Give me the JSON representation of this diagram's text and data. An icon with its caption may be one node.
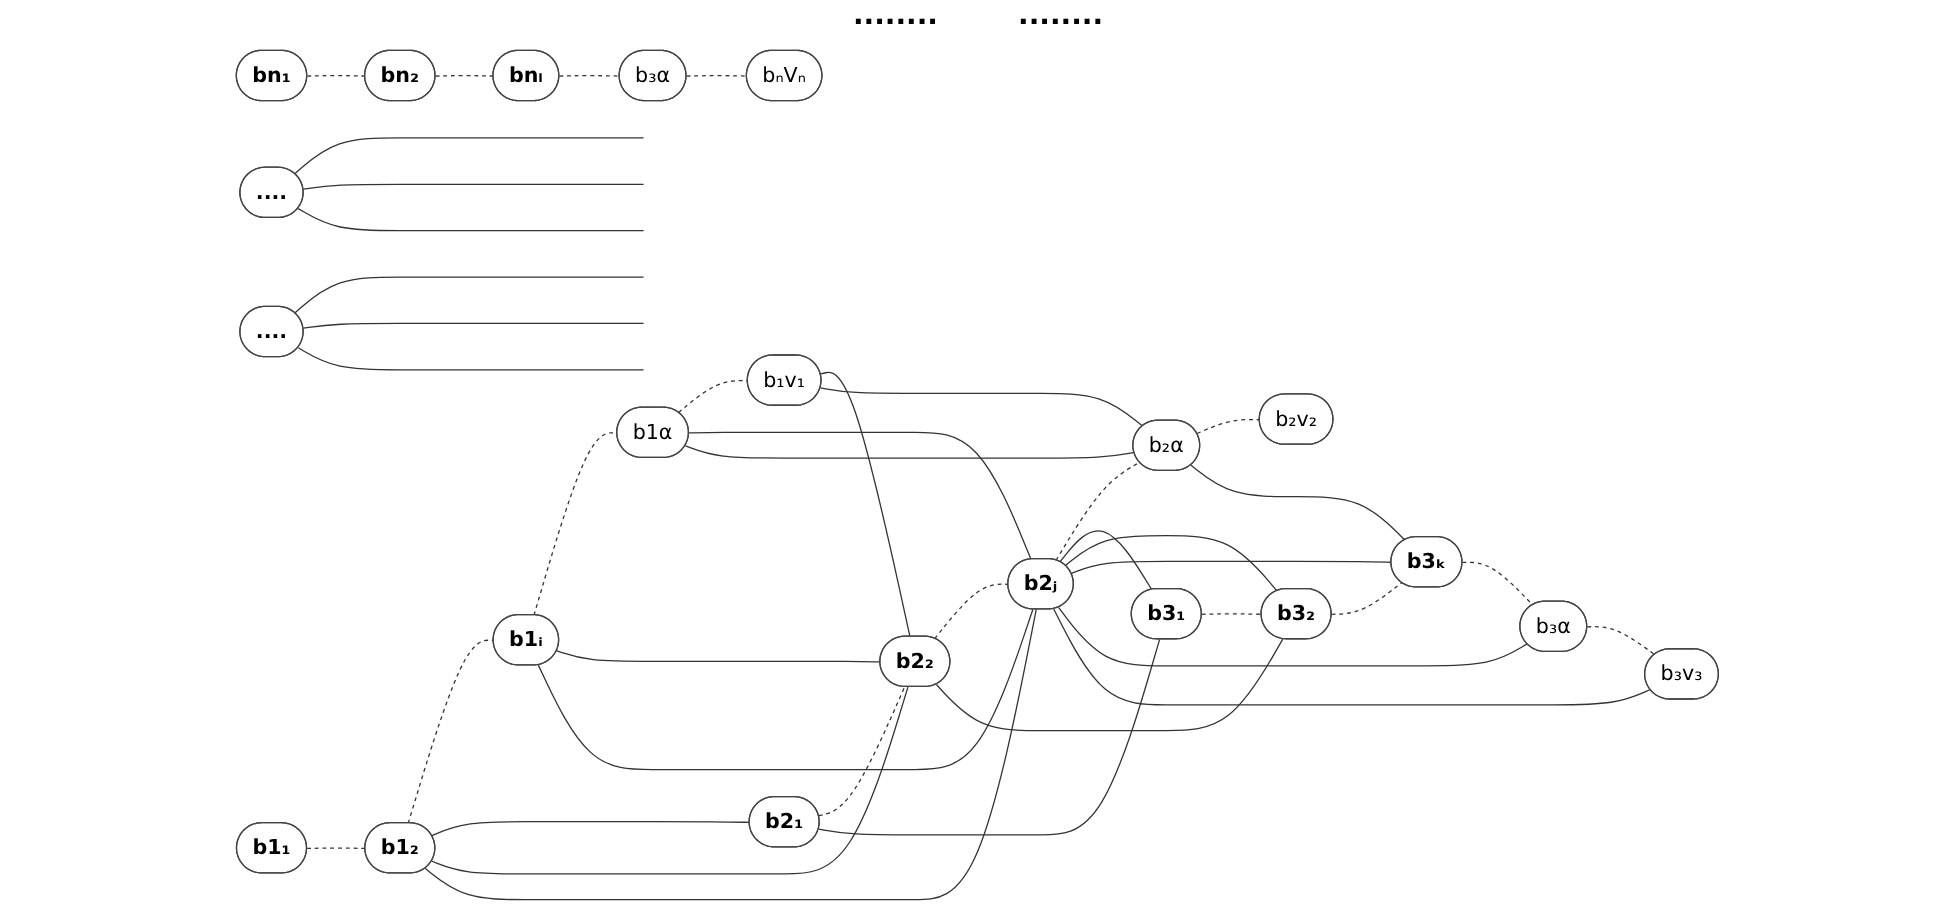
{
  "diagram": {
    "nodes": [
      {
        "text": [
          "b1₁"
        ]
      },
      {
        "text": [
          "b1₂"
        ]
      },
      {
        "text": [
          "b1ᵢ"
        ]
      },
      {
        "text": [
          "b1α"
        ]
      },
      {
        "text": [
          "b₁v₁"
        ]
      },
      {
        "text": [
          "b2₁"
        ]
      },
      {
        "text": [
          "b2₂"
        ]
      },
      {
        "text": [
          "b2ⱼ"
        ]
      },
      {
        "text": [
          "b₂α"
        ]
      },
      {
        "text": [
          "b₂v₂"
        ]
      },
      {
        "text": [
          "b3₁"
        ]
      },
      {
        "text": [
          "b3₂"
        ]
      },
      {
        "text": [
          "b3ₖ"
        ]
      },
      {
        "text": [
          "b₃α"
        ]
      },
      {
        "text": [
          "b₃v₃"
        ]
      },
      {
        "text": [
          "...."
        ]
      },
      {
        "text": [
          "...."
        ]
      },
      {
        "text": [
          "bn₁"
        ]
      },
      {
        "text": [
          "bn₂"
        ]
      },
      {
        "text": [
          "bnₗ"
        ]
      },
      {
        "text": [
          "b₃α"
        ]
      },
      {
        "text": [
          "bₙVₙ"
        ]
      }
    ],
    "edges": [
      {
        "from": 0,
        "to": 1,
        "arrow": "none",
        "style": "dashed"
      },
      {
        "from": 1,
        "to": 2,
        "arrow": "none",
        "style": "dashed"
      },
      {
        "from": 2,
        "to": 3,
        "arrow": "none",
        "style": "dashed"
      },
      {
        "from": 3,
        "to": 4,
        "arrow": "none",
        "style": "dashed"
      },
      {
        "from": 5,
        "to": 6,
        "arrow": "none",
        "style": "dashed"
      },
      {
        "from": 6,
        "to": 7,
        "arrow": "none",
        "style": "dashed"
      },
      {
        "from": 7,
        "to": 8,
        "arrow": "none",
        "style": "dashed"
      },
      {
        "from": 8,
        "to": 9,
        "arrow": "none",
        "style": "dashed"
      },
      {
        "from": 10,
        "to": 11,
        "arrow": "none",
        "style": "dashed"
      },
      {
        "from": 11,
        "to": 12,
        "arrow": "none",
        "style": "dashed"
      },
      {
        "from": 12,
        "to": 13,
        "arrow": "none",
        "style": "dashed"
      },
      {
        "from": 13,
        "to": 14,
        "arrow": "none",
        "style": "dashed"
      },
      {
        "from": 17,
        "to": 18,
        "arrow": "none",
        "style": "dashed"
      },
      {
        "from": 18,
        "to": 19,
        "arrow": "none",
        "style": "dashed"
      },
      {
        "from": 19,
        "to": 20,
        "arrow": "none",
        "style": "dashed"
      },
      {
        "from": 20,
        "to": 21,
        "arrow": "none",
        "style": "dashed"
      },
      {
        "from": 1,
        "to": 5,
        "arrow": "none"
      },
      {
        "from": 1,
        "to": 6,
        "arrow": "none"
      },
      {
        "from": 1,
        "to": 7,
        "arrow": "none"
      },
      {
        "from": 2,
        "to": 6,
        "arrow": "none"
      },
      {
        "from": 2,
        "to": 7,
        "arrow": "none"
      },
      {
        "from": 3,
        "to": 7,
        "arrow": "none"
      },
      {
        "from": 3,
        "to": 8,
        "arrow": "none"
      },
      {
        "from": 4,
        "to": 6,
        "arrow": "none"
      },
      {
        "from": 4,
        "to": 8,
        "arrow": "none"
      },
      {
        "from": 5,
        "to": 10,
        "arrow": "none"
      },
      {
        "from": 6,
        "to": 11,
        "arrow": "none"
      },
      {
        "from": 7,
        "to": 10,
        "arrow": "none"
      },
      {
        "from": 7,
        "to": 11,
        "arrow": "none"
      },
      {
        "from": 7,
        "to": 12,
        "arrow": "none"
      },
      {
        "from": 7,
        "to": 13,
        "arrow": "none"
      },
      {
        "from": 7,
        "to": 14,
        "arrow": "none"
      },
      {
        "from": 8,
        "to": 12,
        "arrow": "none"
      },
      {
        "from": 15,
        "to": null,
        "arrow": "none"
      },
      {
        "from": 15,
        "to": null,
        "arrow": "none"
      },
      {
        "from": 15,
        "to": null,
        "arrow": "none"
      },
      {
        "from": 16,
        "to": null,
        "arrow": "none"
      },
      {
        "from": 16,
        "to": null,
        "arrow": "none"
      },
      {
        "from": 16,
        "to": null,
        "arrow": "none"
      }
    ],
    "labels": [
      "........",
      "........"
    ]
  }
}
